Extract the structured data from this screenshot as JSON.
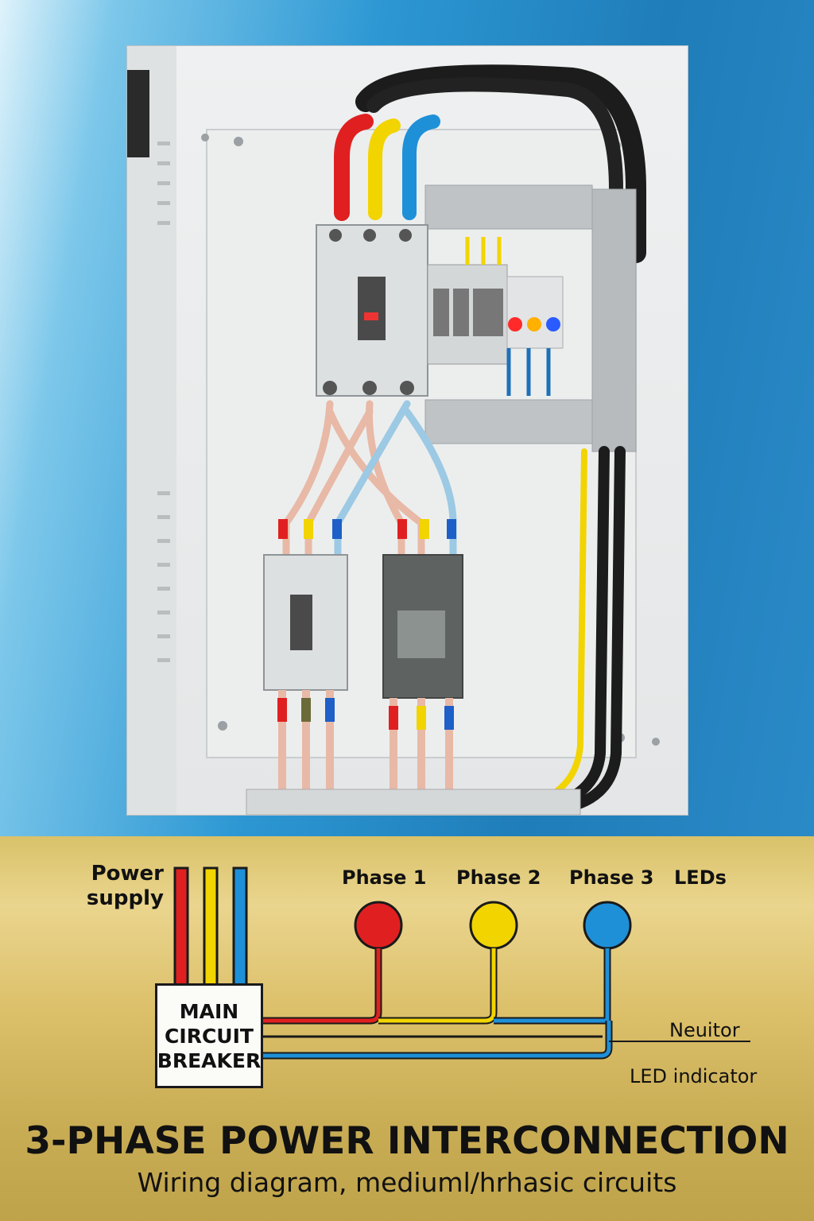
{
  "diagram": {
    "power_supply_label": "Power\nsupply",
    "phase_labels": [
      "Phase 1",
      "Phase 2",
      "Phase 3"
    ],
    "leds_label": "LEDs",
    "main_breaker_label": "MAIN\nCIRCUIT\nBREAKER",
    "neutral_label": "Neuitor",
    "led_indicator_label": "LED indicator",
    "title": "3-PHASE POWER INTERCONNECTION",
    "subtitle": "Wiring diagram, mediuml/hrhasic circuits"
  },
  "colors": {
    "phase1": "#e02020",
    "phase2": "#f2d400",
    "phase3": "#1e90d8",
    "cable": "#1c1c1c"
  },
  "photo": {
    "description_icons": [
      "electrical-panel-photo"
    ]
  }
}
